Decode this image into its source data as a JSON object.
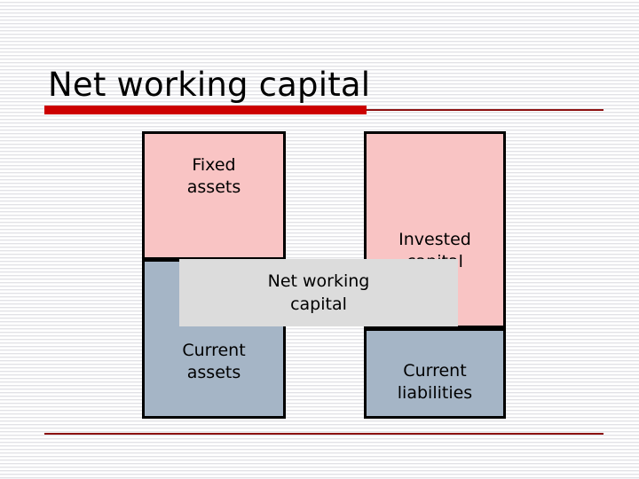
{
  "slide": {
    "title": "Net working capital",
    "background_color": "#ffffff",
    "stripe_color": "#e2e2e6",
    "accent_color": "#cc0000",
    "rule_color": "#8c1111"
  },
  "diagram": {
    "type": "balance-sheet-block-diagram",
    "boxes": [
      {
        "id": "fixed-assets",
        "label": "Fixed\nassets",
        "fill": "#f9c4c4",
        "border": "#000000",
        "column": "left",
        "position": "top"
      },
      {
        "id": "invested-capital",
        "label": "Invested\ncapital",
        "fill": "#f9c4c4",
        "border": "#000000",
        "column": "right",
        "position": "top"
      },
      {
        "id": "current-assets",
        "label": "Current\nassets",
        "fill": "#a5b5c6",
        "border": "#000000",
        "column": "left",
        "position": "bottom"
      },
      {
        "id": "current-liabilities",
        "label": "Current\nliabilities",
        "fill": "#a5b5c6",
        "border": "#000000",
        "column": "right",
        "position": "bottom"
      }
    ],
    "overlay_band": {
      "id": "net-working-capital",
      "label": "Net working\ncapital",
      "fill": "#dcdcdc"
    }
  }
}
